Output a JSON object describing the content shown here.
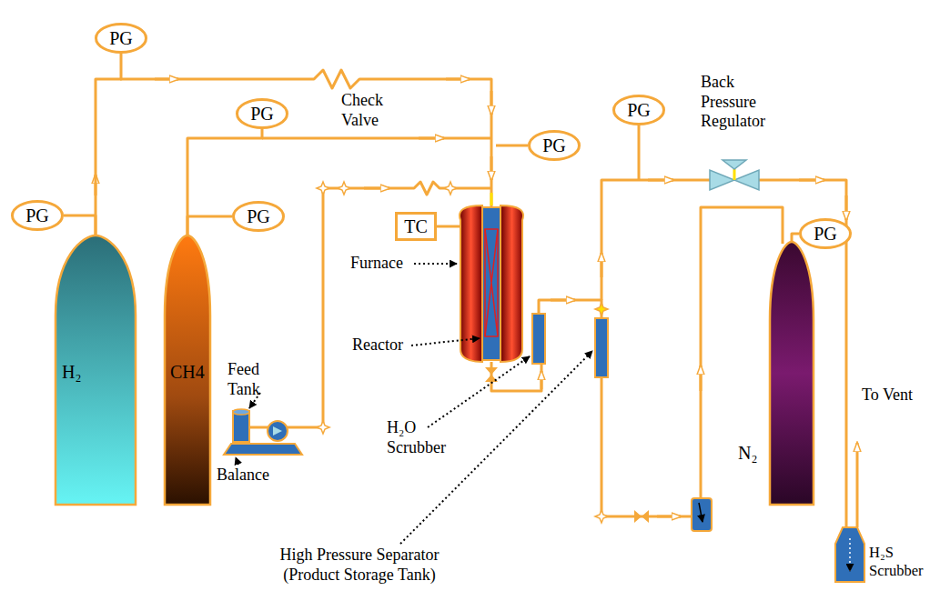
{
  "diagram": {
    "nodes": [
      {
        "text": [
          "PG"
        ]
      },
      {
        "text": [
          "PG"
        ]
      },
      {
        "text": [
          "PG"
        ]
      },
      {
        "text": [
          "PG"
        ]
      },
      {
        "text": [
          "PG"
        ]
      },
      {
        "text": [
          "PG"
        ]
      },
      {
        "text": [
          "PG"
        ]
      },
      {
        "text": [
          "TC"
        ]
      },
      {
        "text": [
          "H₂"
        ]
      },
      {
        "text": [
          "CH4"
        ]
      },
      {
        "text": [
          "N₂"
        ]
      }
    ],
    "edges": [
      {
        "from": 8,
        "to": 2,
        "arrow": "none"
      },
      {
        "from": 8,
        "to": 0,
        "arrow": "none"
      },
      {
        "from": 9,
        "to": 3,
        "arrow": "none"
      },
      {
        "from": 9,
        "to": 1,
        "arrow": "none"
      },
      {
        "from": 10,
        "to": 6,
        "arrow": "none"
      }
    ],
    "labels": [
      "Check Valve",
      "Back Pressure Regulator",
      "Furnace",
      "Reactor",
      "H₂O Scrubber",
      "Feed Tank",
      "Balance",
      "High Pressure Separator (Product Storage Tank)",
      "To Vent",
      "H₂S Scrubber"
    ]
  }
}
